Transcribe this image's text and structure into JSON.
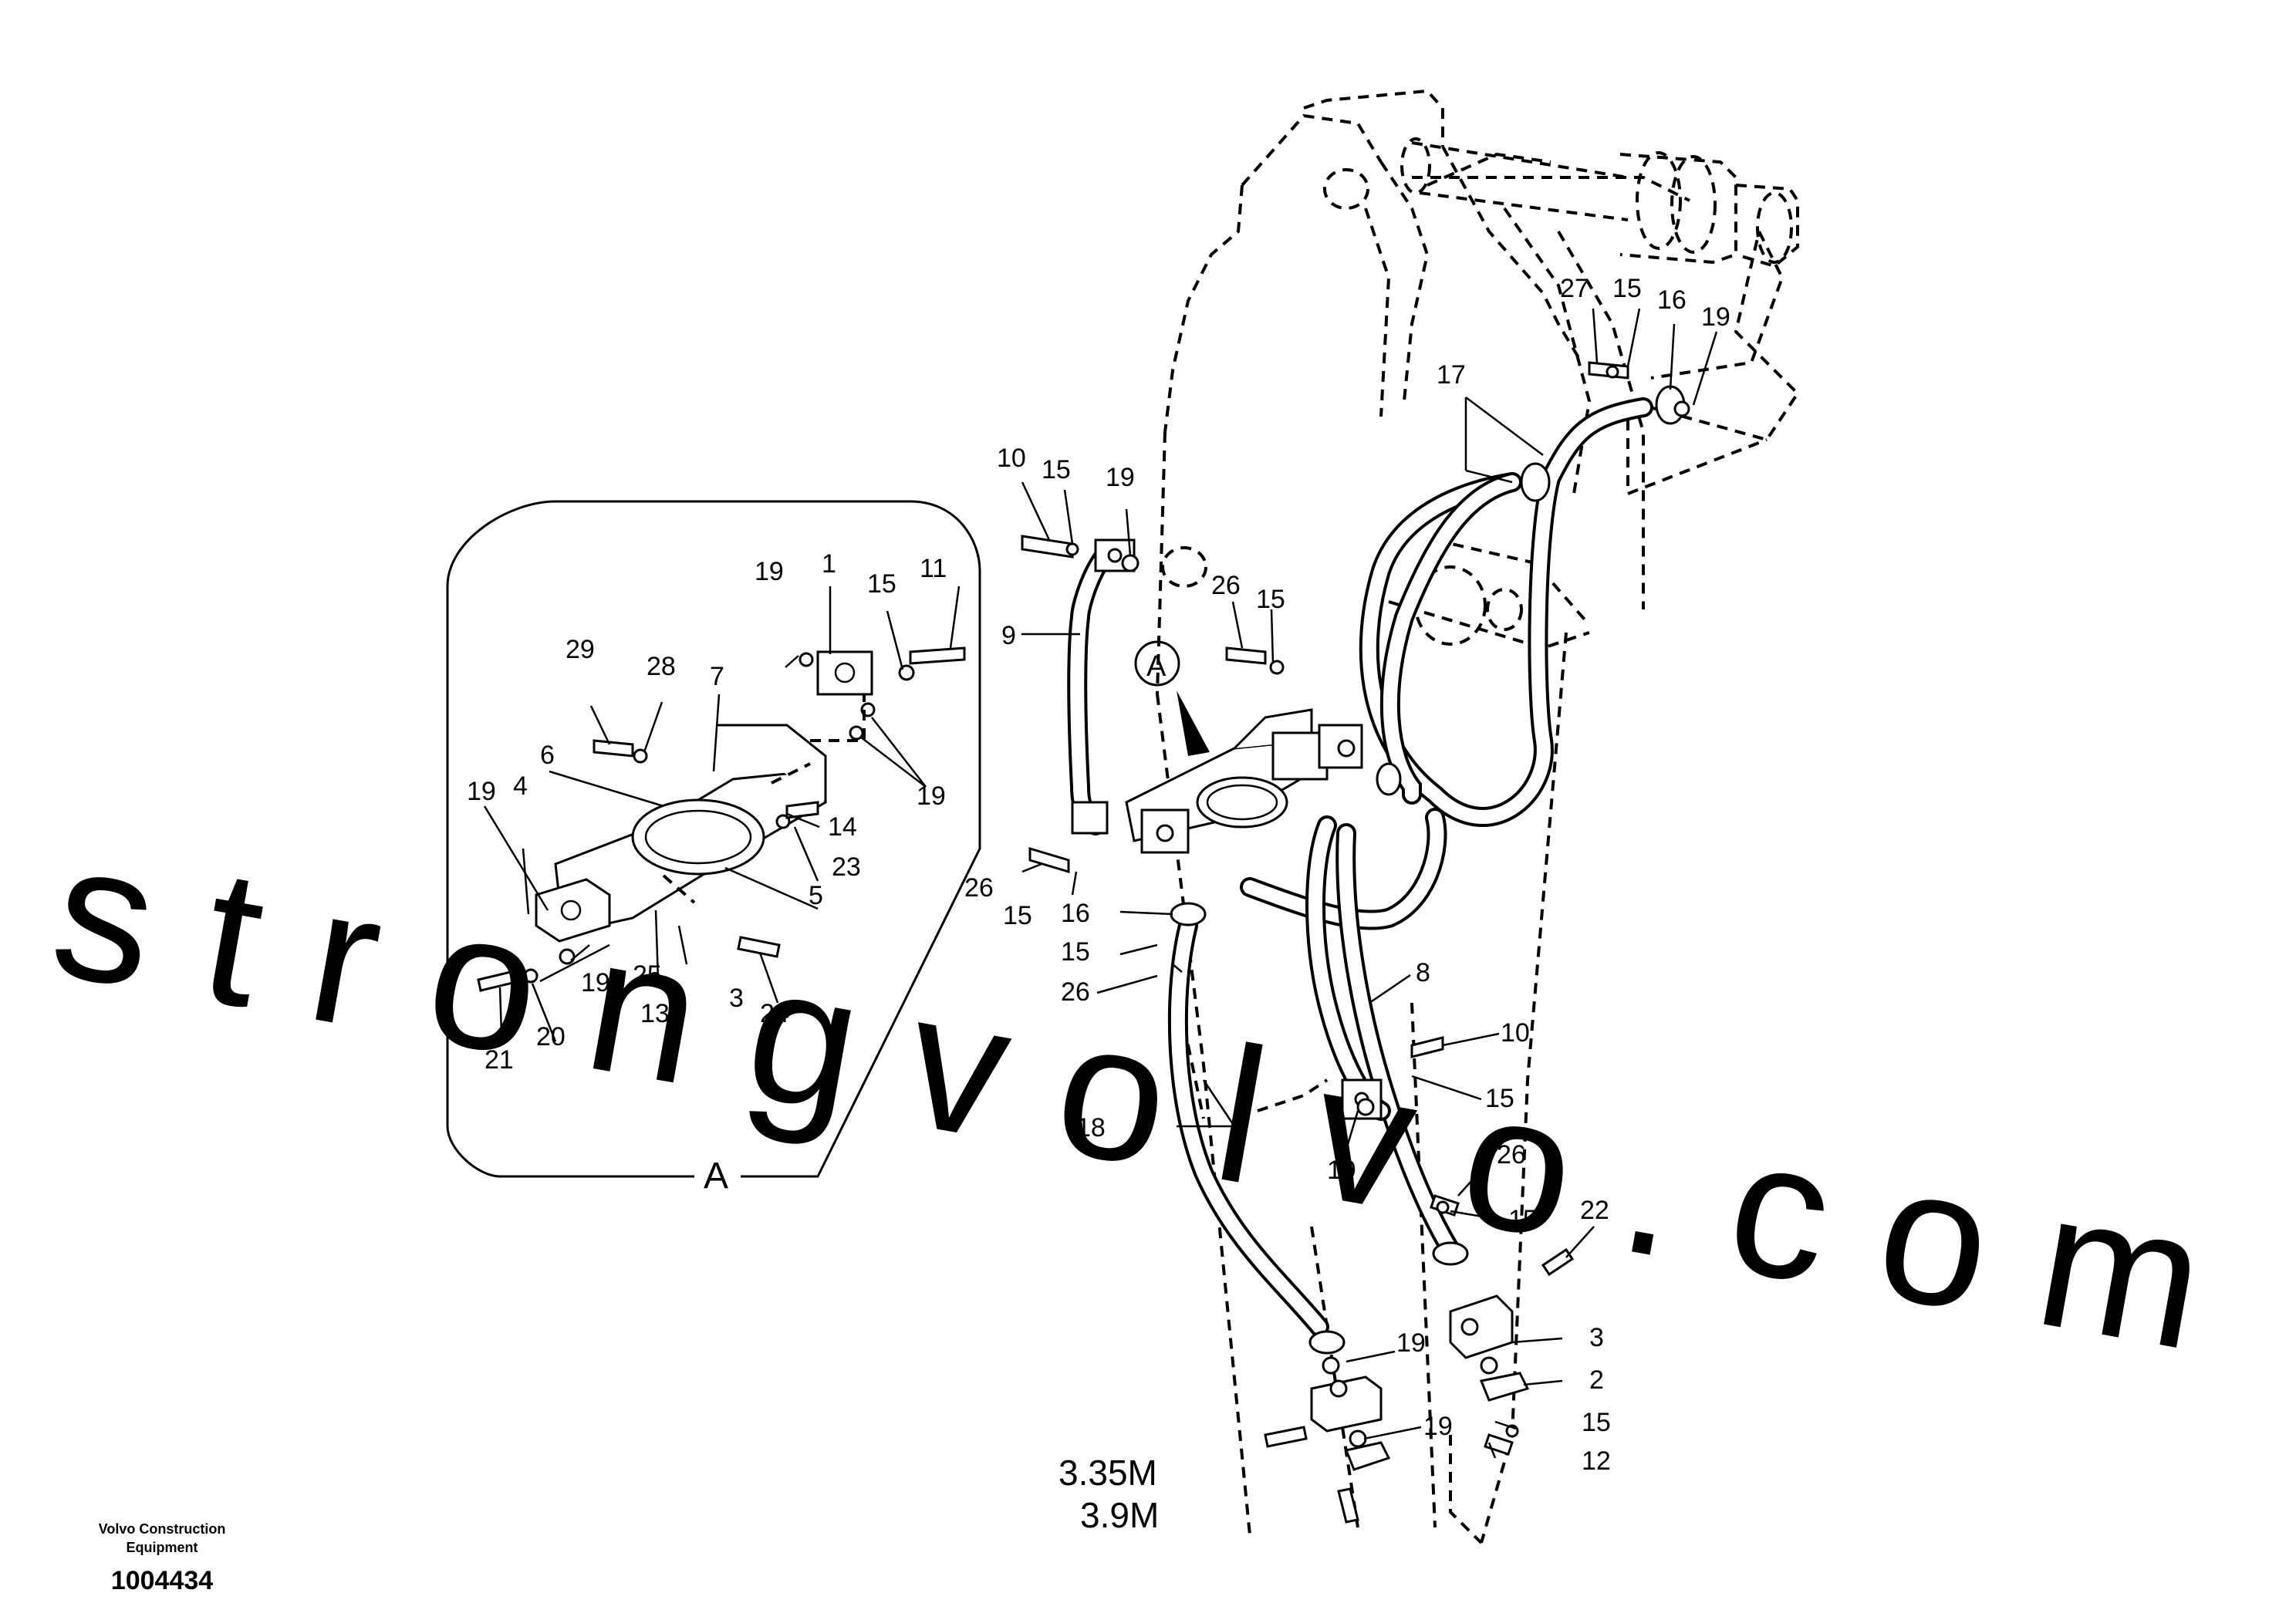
{
  "part_labels": [
    "1",
    "2",
    "3",
    "4",
    "5",
    "6",
    "7",
    "8",
    "9",
    "10",
    "11",
    "12",
    "13",
    "14",
    "15",
    "16",
    "17",
    "18",
    "19",
    "20",
    "21",
    "22",
    "23",
    "24",
    "25",
    "26",
    "27",
    "28",
    "29"
  ],
  "detail_view_label": "A",
  "detail_callout_label": "A",
  "boom_sizes": {
    "line1": "3.35M",
    "line2": "3.9M"
  },
  "footer": {
    "company_line1": "Volvo Construction",
    "company_line2": "Equipment",
    "drawing_number": "1004434"
  },
  "watermark": "strongvolvo.com",
  "colors": {
    "ink": "#000000",
    "watermark": "#e17882"
  }
}
